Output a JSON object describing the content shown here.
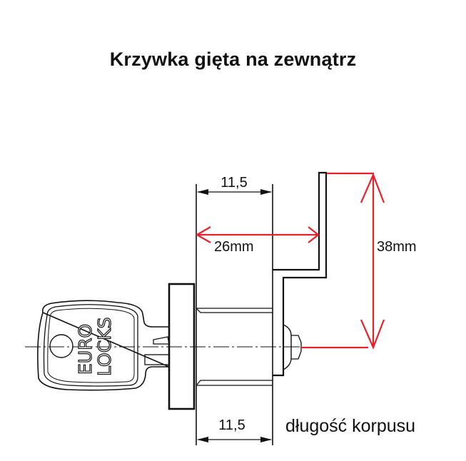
{
  "title": "Krzywka gięta na zewnątrz",
  "dimensions": {
    "top_width": "11,5",
    "reach": "26mm",
    "height": "38mm",
    "bottom_width": "11,5",
    "body_length_label": "długość korpusu"
  },
  "key_brand": {
    "line1": "EURO",
    "line2": "LOCKS"
  },
  "colors": {
    "dimension_red": "#e8202a",
    "line": "#111111"
  }
}
